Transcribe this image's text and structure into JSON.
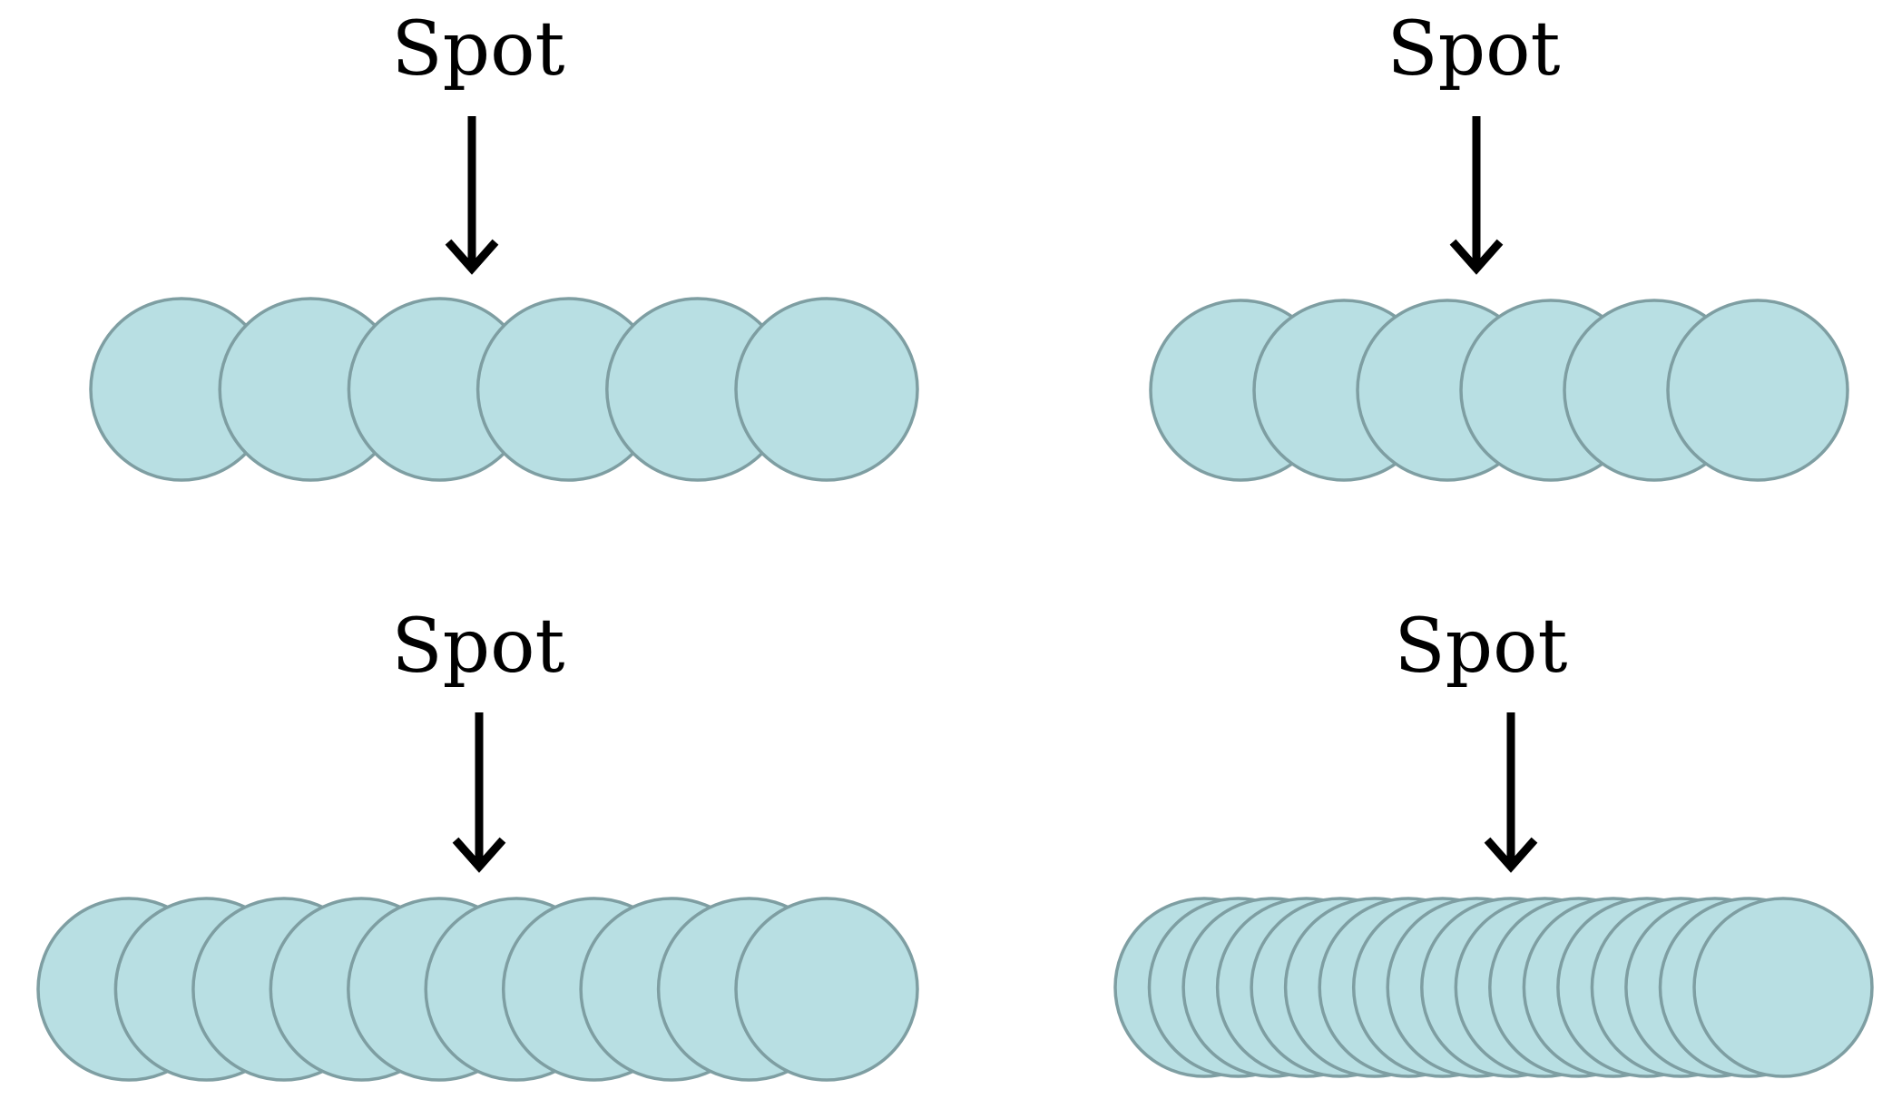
{
  "colors": {
    "dot_fill": "#B8DFE3",
    "dot_stroke": "#7E9EA2",
    "arrow": "#000000",
    "text": "#000000"
  },
  "panels": [
    {
      "label": "Spot",
      "dot_count": 6
    },
    {
      "label": "Spot",
      "dot_count": 6
    },
    {
      "label": "Spot",
      "dot_count": 10
    },
    {
      "label": "Spot",
      "dot_count": 18
    }
  ]
}
